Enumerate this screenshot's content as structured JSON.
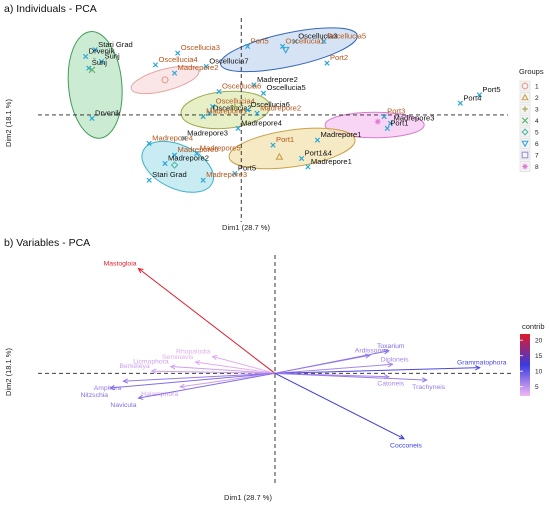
{
  "panels": {
    "individuals_title": "a) Individuals - PCA",
    "variables_title": "b) Variables - PCA"
  },
  "axes": {
    "xlabel": "Dim1 (28.7 %)",
    "ylabel": "Dim2 (18.1 %)"
  },
  "legend": {
    "groups_title": "Groups",
    "groups": [
      {
        "label": "1",
        "color": "#e79a92",
        "shape": "circle"
      },
      {
        "label": "2",
        "color": "#c9a24a",
        "shape": "triangle"
      },
      {
        "label": "3",
        "color": "#a3a84f",
        "shape": "plus"
      },
      {
        "label": "4",
        "color": "#63b46c",
        "shape": "x"
      },
      {
        "label": "5",
        "color": "#4fb8a3",
        "shape": "diamond"
      },
      {
        "label": "6",
        "color": "#35a6d6",
        "shape": "tri-down"
      },
      {
        "label": "7",
        "color": "#9a8ed6",
        "shape": "square"
      },
      {
        "label": "8",
        "color": "#e07bd3",
        "shape": "star"
      }
    ],
    "contrib_title": "contrib",
    "contrib_ticks": [
      20,
      15,
      10,
      5
    ]
  },
  "colors": {
    "brown": "#b5541a",
    "black": "#111111",
    "blue_marker": "#2aa8d8"
  },
  "chart_data": [
    {
      "type": "scatter",
      "title": "a) Individuals - PCA",
      "xlabel": "Dim1 (28.7 %)",
      "ylabel": "Dim2 (18.1 %)",
      "xlim": [
        -3.2,
        4.2
      ],
      "ylim": [
        -3.2,
        2.9
      ],
      "ellipses": [
        {
          "group": "1",
          "cx": 2.1,
          "cy": -0.3,
          "rx": 0.78,
          "ry": 0.38,
          "angle": 0,
          "fill": "#f6c7f0",
          "stroke": "#d77ccb"
        },
        {
          "group": "2",
          "cx": 0.8,
          "cy": -1.0,
          "rx": 1.0,
          "ry": 0.55,
          "angle": -8,
          "fill": "#f2e3b0",
          "stroke": "#c9a24a"
        },
        {
          "group": "3",
          "cx": -0.25,
          "cy": 0.15,
          "rx": 0.7,
          "ry": 0.55,
          "angle": -5,
          "fill": "#dfeab3",
          "stroke": "#a3a84f"
        },
        {
          "group": "4",
          "cx": -2.3,
          "cy": 0.9,
          "rx": 0.42,
          "ry": 1.6,
          "angle": -5,
          "fill": "#b9e4c4",
          "stroke": "#3f9e57"
        },
        {
          "group": "5",
          "cx": -1.0,
          "cy": -1.55,
          "rx": 0.6,
          "ry": 0.65,
          "angle": 25,
          "fill": "#b5e6ee",
          "stroke": "#3fb0c8"
        },
        {
          "group": "6",
          "cx": 0.75,
          "cy": 1.95,
          "rx": 1.1,
          "ry": 0.5,
          "angle": -12,
          "fill": "#c7d9f2",
          "stroke": "#3568b8"
        },
        {
          "group": "8",
          "cx": -1.2,
          "cy": 1.05,
          "rx": 0.55,
          "ry": 0.32,
          "angle": -15,
          "fill": "#f8dede",
          "stroke": "#e4a7a7"
        }
      ],
      "points": [
        {
          "label": "Stari Grad",
          "x": -2.3,
          "y": 1.95,
          "color": "black",
          "marker": "x"
        },
        {
          "label": "Drvenik",
          "x": -2.45,
          "y": 1.75,
          "color": "black",
          "marker": "x"
        },
        {
          "label": "Šunj",
          "x": -2.2,
          "y": 1.6,
          "color": "black",
          "marker": "x"
        },
        {
          "label": "Šunj",
          "x": -2.4,
          "y": 1.4,
          "color": "black",
          "marker": "x"
        },
        {
          "label": "Drvenik",
          "x": -2.35,
          "y": -0.1,
          "color": "black",
          "marker": "x"
        },
        {
          "label": "Oscellucia3",
          "x": 0.85,
          "y": 2.2,
          "color": "black",
          "marker": "x"
        },
        {
          "label": "Oscellucia5",
          "x": 1.3,
          "y": 2.2,
          "color": "brown",
          "marker": "x"
        },
        {
          "label": "Port5",
          "x": 0.1,
          "y": 2.05,
          "color": "brown",
          "marker": "x"
        },
        {
          "label": "Oscellucia1",
          "x": 0.65,
          "y": 2.05,
          "color": "brown",
          "marker": "x"
        },
        {
          "label": "Port2",
          "x": 1.35,
          "y": 1.55,
          "color": "brown",
          "marker": "x"
        },
        {
          "label": "Oscellucia3",
          "x": -1.0,
          "y": 1.85,
          "color": "brown",
          "marker": "x"
        },
        {
          "label": "Oscellucia4",
          "x": -1.35,
          "y": 1.5,
          "color": "brown",
          "marker": "x"
        },
        {
          "label": "Oscellucia7",
          "x": -0.55,
          "y": 1.45,
          "color": "black",
          "marker": "x"
        },
        {
          "label": "Madrepore2",
          "x": -1.05,
          "y": 1.25,
          "color": "brown",
          "marker": "x"
        },
        {
          "label": "Madrepore2",
          "x": 0.2,
          "y": 0.9,
          "color": "black",
          "marker": "x"
        },
        {
          "label": "Oscellucia5",
          "x": 0.35,
          "y": 0.65,
          "color": "black",
          "marker": "x"
        },
        {
          "label": "Oscellucia6",
          "x": -0.35,
          "y": 0.7,
          "color": "brown",
          "marker": "x"
        },
        {
          "label": "Oscellucia4",
          "x": -0.45,
          "y": 0.25,
          "color": "brown",
          "marker": "x"
        },
        {
          "label": "Oscellucia2",
          "x": -0.5,
          "y": 0.05,
          "color": "black",
          "marker": "x"
        },
        {
          "label": "Oscellucia6",
          "x": 0.1,
          "y": 0.15,
          "color": "black",
          "marker": "x"
        },
        {
          "label": "Madrepore2",
          "x": 0.25,
          "y": 0.05,
          "color": "brown",
          "marker": "x"
        },
        {
          "label": "Madrepore1",
          "x": -0.6,
          "y": -0.05,
          "color": "brown",
          "marker": "x"
        },
        {
          "label": "Madrepore4",
          "x": -0.05,
          "y": -0.4,
          "color": "black",
          "marker": "x"
        },
        {
          "label": "Madrepore1",
          "x": 1.2,
          "y": -0.75,
          "color": "black",
          "marker": "x"
        },
        {
          "label": "Port1",
          "x": 0.5,
          "y": -0.9,
          "color": "brown",
          "marker": "x"
        },
        {
          "label": "Port1&4",
          "x": 0.95,
          "y": -1.3,
          "color": "black",
          "marker": "x"
        },
        {
          "label": "Madrepore1",
          "x": 1.05,
          "y": -1.55,
          "color": "black",
          "marker": "x"
        },
        {
          "label": "Port5",
          "x": -0.1,
          "y": -1.75,
          "color": "black",
          "marker": "x"
        },
        {
          "label": "Port3",
          "x": 2.25,
          "y": -0.05,
          "color": "brown",
          "marker": "x"
        },
        {
          "label": "Madrepore3",
          "x": 2.35,
          "y": -0.25,
          "color": "black",
          "marker": "x"
        },
        {
          "label": "Port1",
          "x": 2.3,
          "y": -0.4,
          "color": "black",
          "marker": "x"
        },
        {
          "label": "Port5",
          "x": 3.75,
          "y": 0.6,
          "color": "black",
          "marker": "x"
        },
        {
          "label": "Port4",
          "x": 3.45,
          "y": 0.35,
          "color": "black",
          "marker": "x"
        },
        {
          "label": "Madrepore3",
          "x": -0.9,
          "y": -0.7,
          "color": "black",
          "marker": "x"
        },
        {
          "label": "Madrepore4",
          "x": -1.45,
          "y": -0.85,
          "color": "brown",
          "marker": "x"
        },
        {
          "label": "Madrepore6",
          "x": -1.05,
          "y": -1.2,
          "color": "brown",
          "marker": "x"
        },
        {
          "label": "Madrepore5",
          "x": -0.7,
          "y": -1.15,
          "color": "brown",
          "marker": "x"
        },
        {
          "label": "Madrepore2",
          "x": -1.2,
          "y": -1.45,
          "color": "black",
          "marker": "x"
        },
        {
          "label": "Madrepore3",
          "x": -0.6,
          "y": -1.95,
          "color": "brown",
          "marker": "x"
        },
        {
          "label": "Stari Grad",
          "x": -1.45,
          "y": -1.95,
          "color": "black",
          "marker": "x"
        }
      ],
      "centroids": [
        {
          "group": "8",
          "x": 2.15,
          "y": -0.2,
          "marker": "star"
        },
        {
          "group": "2",
          "x": 0.6,
          "y": -1.25,
          "marker": "triangle"
        },
        {
          "group": "3",
          "x": -0.1,
          "y": 0.25,
          "marker": "plus"
        },
        {
          "group": "4",
          "x": -2.35,
          "y": 1.35,
          "marker": "x"
        },
        {
          "group": "5",
          "x": -1.05,
          "y": -1.5,
          "marker": "diamond"
        },
        {
          "group": "6",
          "x": 0.7,
          "y": 1.95,
          "marker": "tri-down"
        },
        {
          "group": "1",
          "x": -1.2,
          "y": 1.05,
          "marker": "circle"
        }
      ]
    },
    {
      "type": "biplot",
      "title": "b) Variables - PCA",
      "xlabel": "Dim1 (28.7 %)",
      "ylabel": "Dim2 (18.1 %)",
      "xlim": [
        -1.25,
        1.25
      ],
      "ylim": [
        -1.0,
        1.05
      ],
      "color_scale": {
        "name": "contrib",
        "min": 2,
        "max": 22,
        "low": "#f3b8f3",
        "mid": "#3a3ae0",
        "high": "#e01a2a"
      },
      "vectors": [
        {
          "name": "Mastogloia",
          "x": -0.72,
          "y": 0.93,
          "contrib": 22
        },
        {
          "name": "Toxarium",
          "x": 0.6,
          "y": 0.2,
          "contrib": 8
        },
        {
          "name": "Ardissonea",
          "x": 0.5,
          "y": 0.16,
          "contrib": 7
        },
        {
          "name": "Diploneis",
          "x": 0.62,
          "y": 0.08,
          "contrib": 6
        },
        {
          "name": "Grammatophora",
          "x": 1.08,
          "y": 0.05,
          "contrib": 11
        },
        {
          "name": "Catoneis",
          "x": 0.6,
          "y": -0.03,
          "contrib": 6
        },
        {
          "name": "Trachyneis",
          "x": 0.8,
          "y": -0.06,
          "contrib": 7
        },
        {
          "name": "Cocconeis",
          "x": 0.68,
          "y": -0.58,
          "contrib": 12
        },
        {
          "name": "Rhopalodia",
          "x": -0.33,
          "y": 0.15,
          "contrib": 3
        },
        {
          "name": "Seminavis",
          "x": -0.42,
          "y": 0.1,
          "contrib": 3
        },
        {
          "name": "Licmophora",
          "x": -0.55,
          "y": 0.06,
          "contrib": 4
        },
        {
          "name": "Berkeleya",
          "x": -0.65,
          "y": 0.02,
          "contrib": 4
        },
        {
          "name": "Amphora",
          "x": -0.8,
          "y": -0.07,
          "contrib": 7
        },
        {
          "name": "Nitzschia",
          "x": -0.87,
          "y": -0.13,
          "contrib": 8
        },
        {
          "name": "Halamphora",
          "x": -0.5,
          "y": -0.12,
          "contrib": 4
        },
        {
          "name": "Navicula",
          "x": -0.72,
          "y": -0.22,
          "contrib": 8
        }
      ]
    }
  ]
}
